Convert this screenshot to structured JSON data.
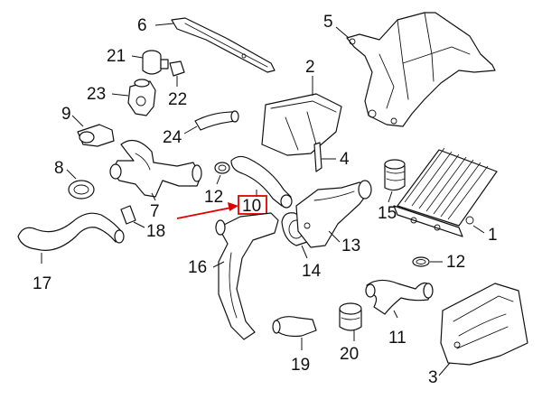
{
  "callouts": {
    "c1": "1",
    "c2": "2",
    "c3": "3",
    "c4": "4",
    "c5": "5",
    "c6": "6",
    "c7": "7",
    "c8": "8",
    "c9": "9",
    "c10": "10",
    "c11": "11",
    "c12a": "12",
    "c12b": "12",
    "c13": "13",
    "c14": "14",
    "c15": "15",
    "c16": "16",
    "c17": "17",
    "c18": "18",
    "c19": "19",
    "c20": "20",
    "c21": "21",
    "c22": "22",
    "c23": "23",
    "c24": "24"
  },
  "highlight": {
    "part": "10",
    "color": "#e00000"
  }
}
